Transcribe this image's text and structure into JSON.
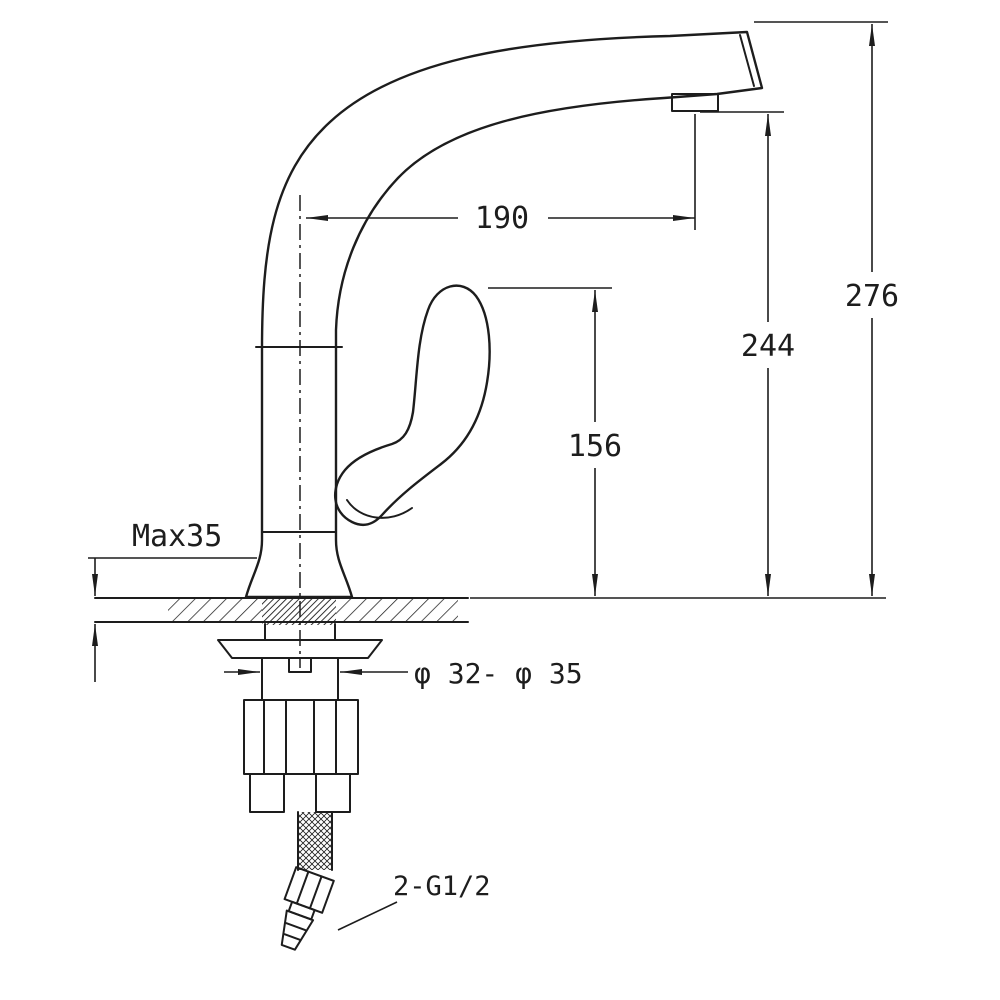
{
  "page": {
    "background": "#ffffff",
    "line_color": "#1d1d1d"
  },
  "labels": {
    "spout_reach": "190",
    "overall_height": "276",
    "spout_outlet_height": "244",
    "handle_top_height": "156",
    "max_deck_thickness": "Max35",
    "mounting_hole_diameter": "φ 32- φ 35",
    "inlet_thread": "2-G1/2"
  }
}
